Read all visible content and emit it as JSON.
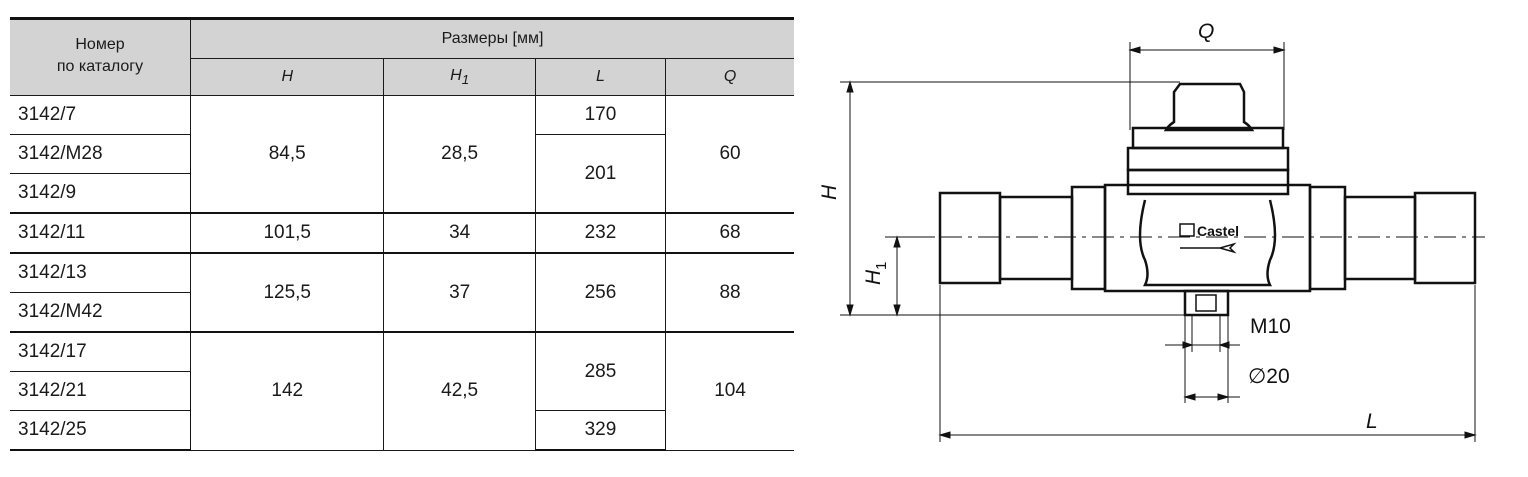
{
  "table": {
    "header_catalog": "Номер по каталогу",
    "header_catalog_line1": "Номер",
    "header_catalog_line2": "по каталогу",
    "header_dimensions": "Размеры [мм]",
    "columns": [
      "H",
      "H1",
      "L",
      "Q"
    ],
    "col_H": "H",
    "col_H1_base": "H",
    "col_H1_sub": "1",
    "col_L": "L",
    "col_Q": "Q",
    "rows": [
      {
        "catalog": "3142/7",
        "H": "84,5",
        "H1": "28,5",
        "L": "170",
        "Q": "60"
      },
      {
        "catalog": "3142/M28",
        "H": "84,5",
        "H1": "28,5",
        "L": "201",
        "Q": "60"
      },
      {
        "catalog": "3142/9",
        "H": "84,5",
        "H1": "28,5",
        "L": "201",
        "Q": "60"
      },
      {
        "catalog": "3142/11",
        "H": "101,5",
        "H1": "34",
        "L": "232",
        "Q": "68"
      },
      {
        "catalog": "3142/13",
        "H": "125,5",
        "H1": "37",
        "L": "256",
        "Q": "88"
      },
      {
        "catalog": "3142/M42",
        "H": "125,5",
        "H1": "37",
        "L": "256",
        "Q": "88"
      },
      {
        "catalog": "3142/17",
        "H": "142",
        "H1": "42,5",
        "L": "285",
        "Q": "104"
      },
      {
        "catalog": "3142/21",
        "H": "142",
        "H1": "42,5",
        "L": "285",
        "Q": "104"
      },
      {
        "catalog": "3142/25",
        "H": "142",
        "H1": "42,5",
        "L": "329",
        "Q": "104"
      }
    ]
  },
  "drawing": {
    "label_Q": "Q",
    "label_H": "H",
    "label_H1_base": "H",
    "label_H1_sub": "1",
    "label_M10": "M10",
    "label_D20": "∅20",
    "label_L": "L",
    "brand": "Castel"
  }
}
